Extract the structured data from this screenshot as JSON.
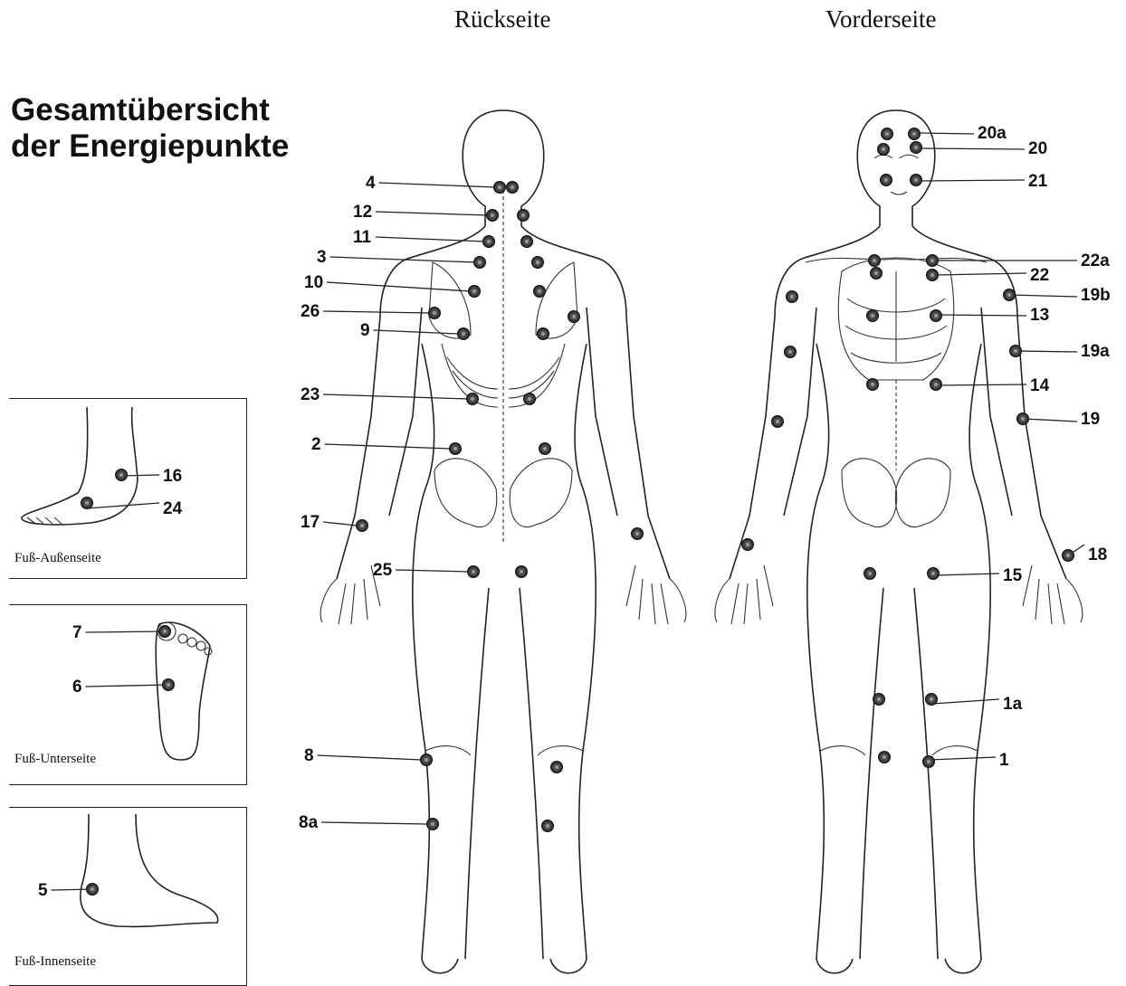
{
  "title_line1": "Gesamtübersicht",
  "title_line2": "der Energiepunkte",
  "views": {
    "back": "Rückseite",
    "front": "Vorderseite"
  },
  "panels": {
    "outer": "Fuß-Außenseite",
    "sole": "Fuß-Unterseite",
    "inner": "Fuß-Innenseite"
  },
  "back_points": [
    "4",
    "12",
    "11",
    "3",
    "10",
    "26",
    "9",
    "23",
    "2",
    "17",
    "25",
    "8",
    "8a"
  ],
  "front_points": [
    "20a",
    "20",
    "21",
    "22a",
    "22",
    "19b",
    "13",
    "19a",
    "14",
    "19",
    "18",
    "15",
    "1a",
    "1"
  ],
  "foot_points": {
    "outer": [
      "16",
      "24"
    ],
    "sole": [
      "7",
      "6"
    ],
    "inner": [
      "5"
    ]
  }
}
